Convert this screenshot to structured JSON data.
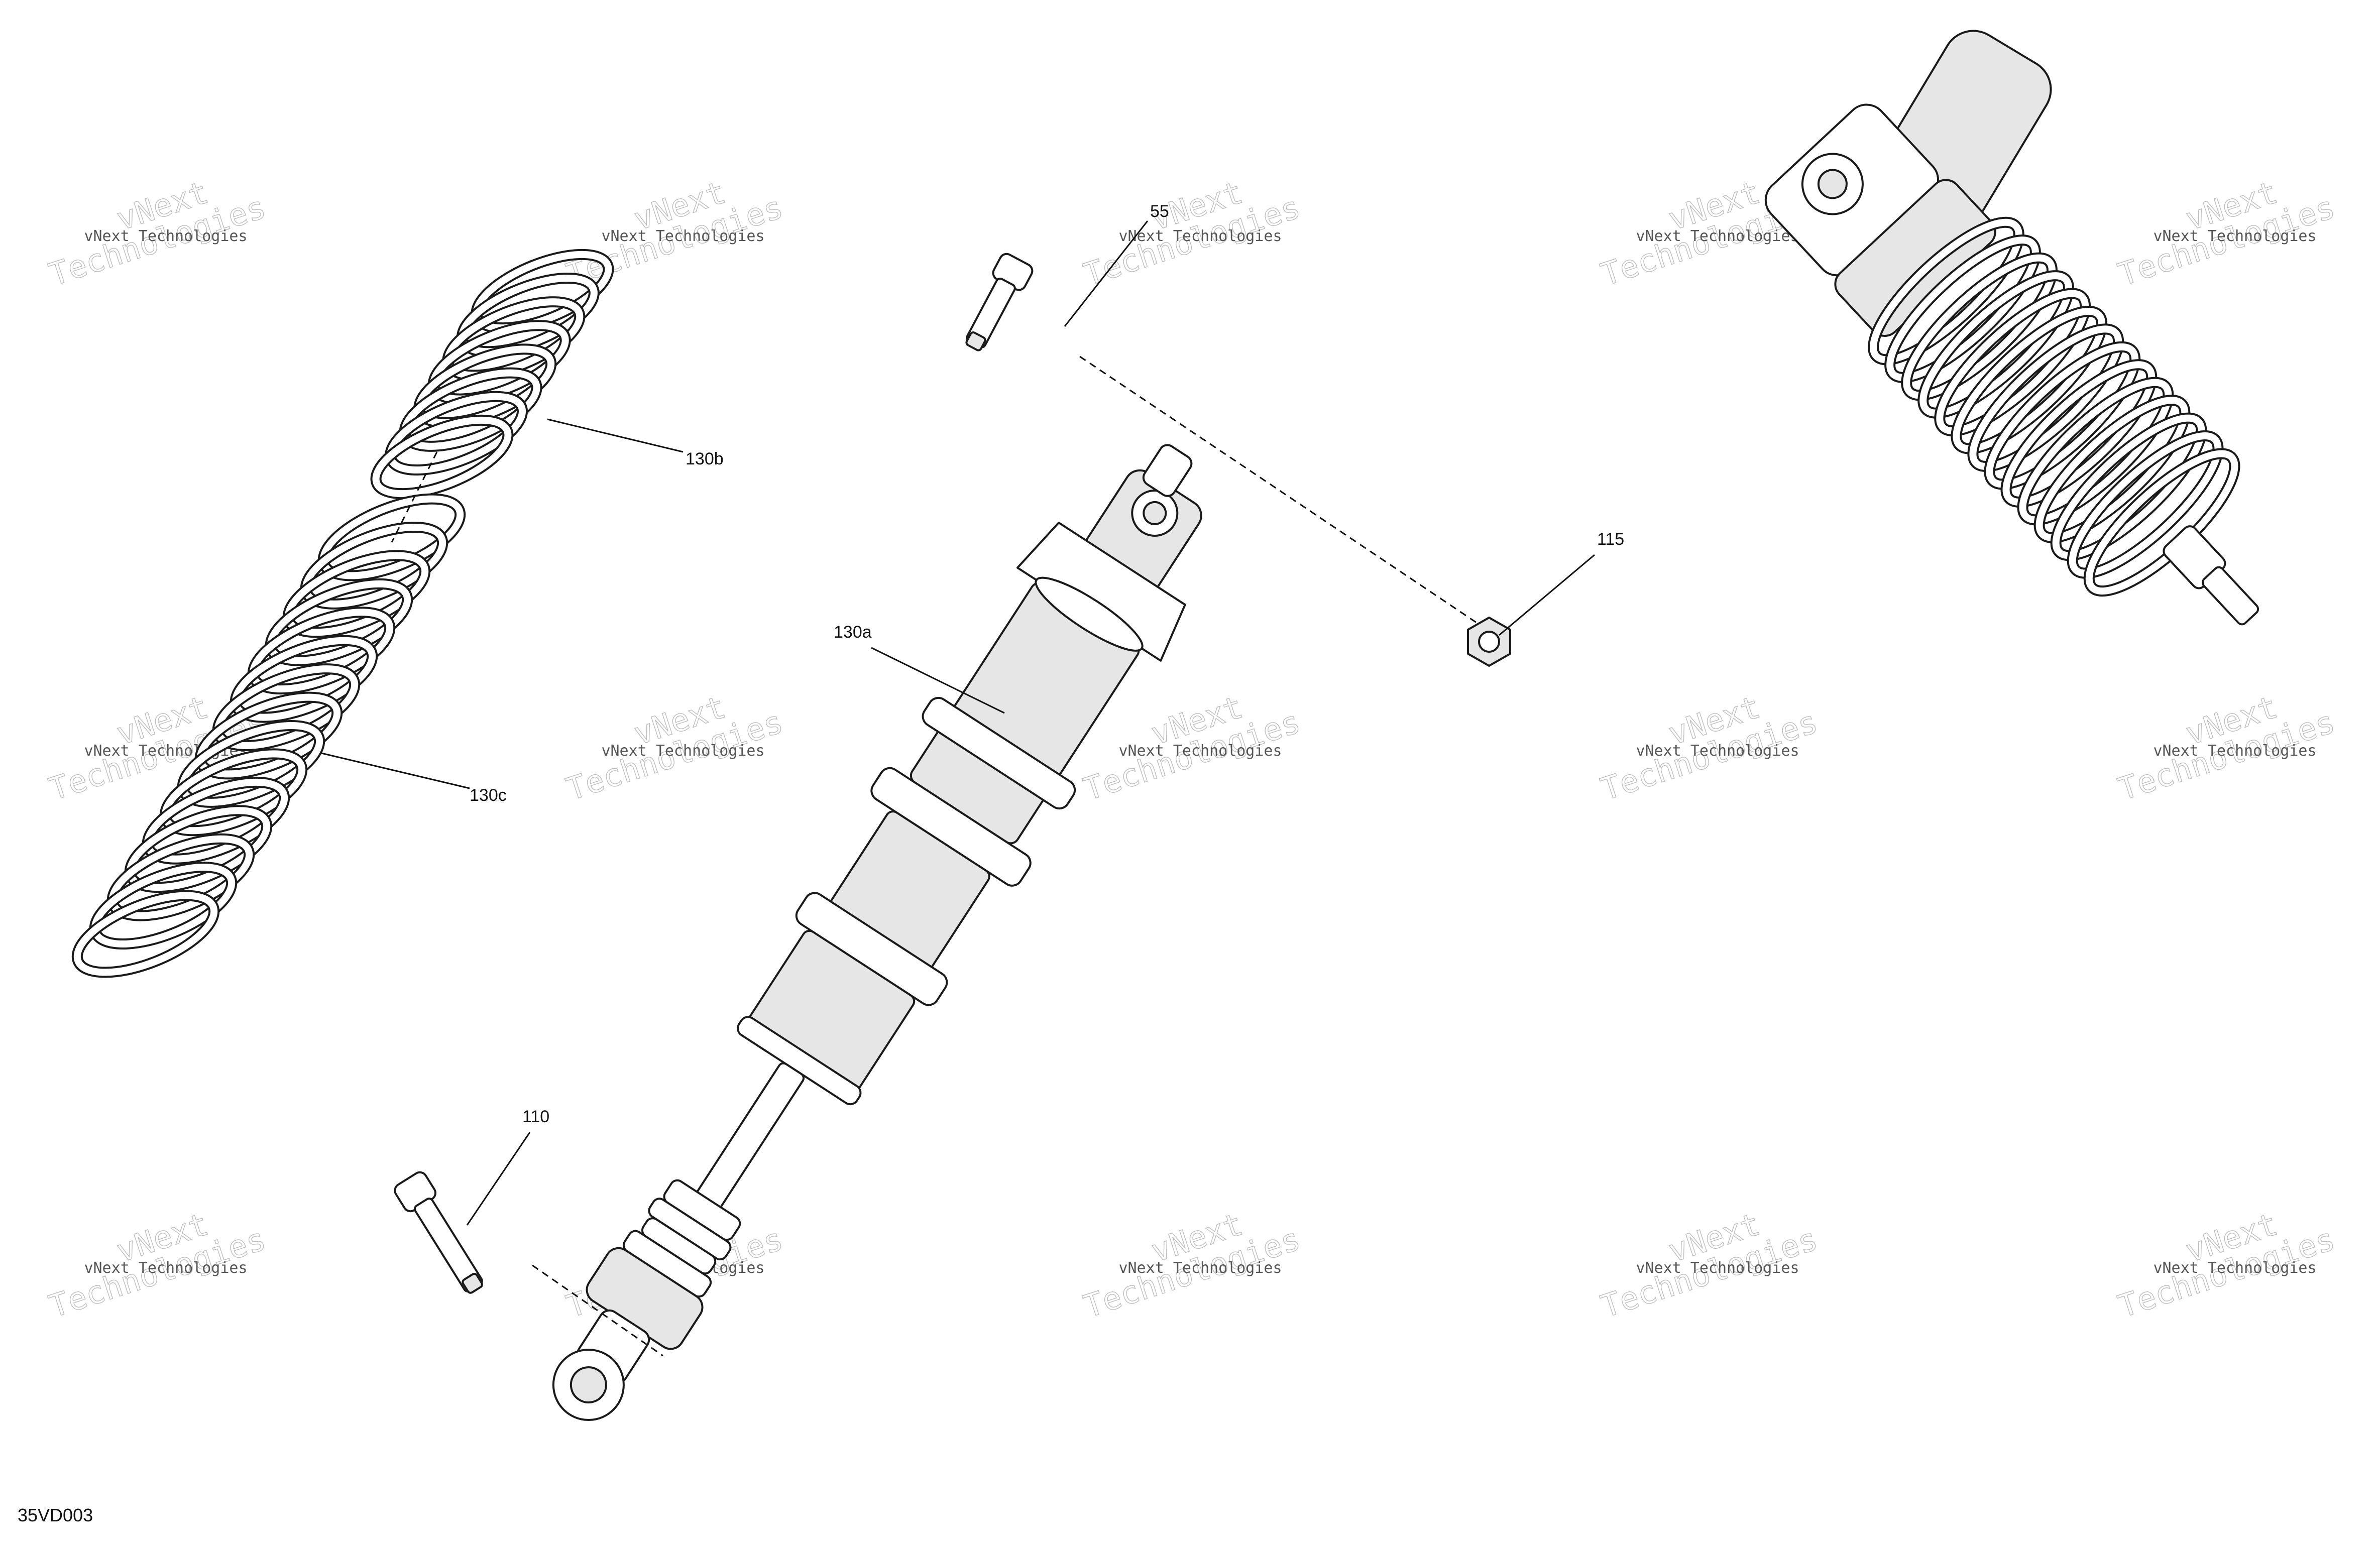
{
  "diagram": {
    "figure_code": "35VD003",
    "callouts": {
      "c55": "55",
      "c115": "115",
      "c110": "110",
      "c130a": "130a",
      "c130b": "130b",
      "c130c": "130c"
    },
    "watermark": {
      "line1": "vNext",
      "line2": "Technologies",
      "small": "vNext Technologies"
    }
  }
}
